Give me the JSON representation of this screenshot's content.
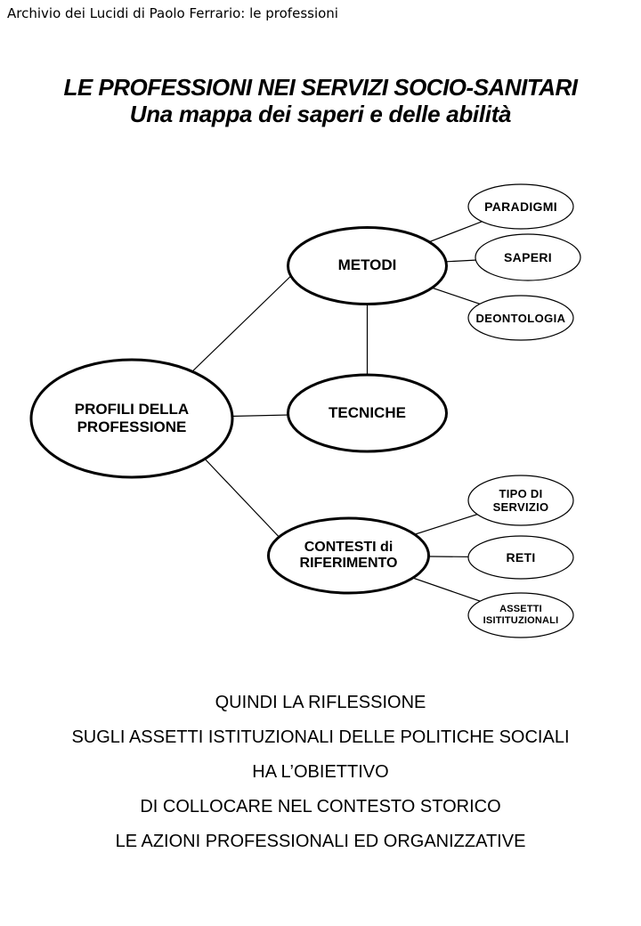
{
  "header": {
    "text": "Archivio dei Lucidi di Paolo Ferrario: le professioni"
  },
  "title": {
    "line1": "LE PROFESSIONI NEI SERVIZI SOCIO-SANITARI",
    "line2": "Una mappa dei saperi e delle abilità"
  },
  "diagram": {
    "nodes": {
      "profili": "PROFILI DELLA\nPROFESSIONE",
      "metodi": "METODI",
      "tecniche": "TECNICHE",
      "contesti": "CONTESTI di\nRIFERIMENTO",
      "paradigmi": "PARADIGMI",
      "saperi": "SAPERI",
      "deontologia": "DEONTOLOGIA",
      "tipo_servizio": "TIPO DI\nSERVIZIO",
      "reti": "RETI",
      "assetti": "ASSETTI\nISITITUZIONALI"
    },
    "edges": [
      [
        "PROFILI DELLA PROFESSIONE",
        "METODI"
      ],
      [
        "PROFILI DELLA PROFESSIONE",
        "TECNICHE"
      ],
      [
        "PROFILI DELLA PROFESSIONE",
        "CONTESTI di RIFERIMENTO"
      ],
      [
        "METODI",
        "TECNICHE"
      ],
      [
        "METODI",
        "PARADIGMI"
      ],
      [
        "METODI",
        "SAPERI"
      ],
      [
        "METODI",
        "DEONTOLOGIA"
      ],
      [
        "CONTESTI di RIFERIMENTO",
        "TIPO DI SERVIZIO"
      ],
      [
        "CONTESTI di RIFERIMENTO",
        "RETI"
      ],
      [
        "CONTESTI di RIFERIMENTO",
        "ASSETTI ISITITUZIONALI"
      ]
    ]
  },
  "footer": {
    "lines": [
      "QUINDI LA RIFLESSIONE",
      "SUGLI ASSETTI ISTITUZIONALI DELLE POLITICHE SOCIALI",
      "HA L’OBIETTIVO",
      "DI COLLOCARE NEL CONTESTO STORICO",
      "LE AZIONI PROFESSIONALI ED ORGANIZZATIVE"
    ]
  },
  "colors": {
    "ink": "#000000",
    "background": "#ffffff"
  }
}
